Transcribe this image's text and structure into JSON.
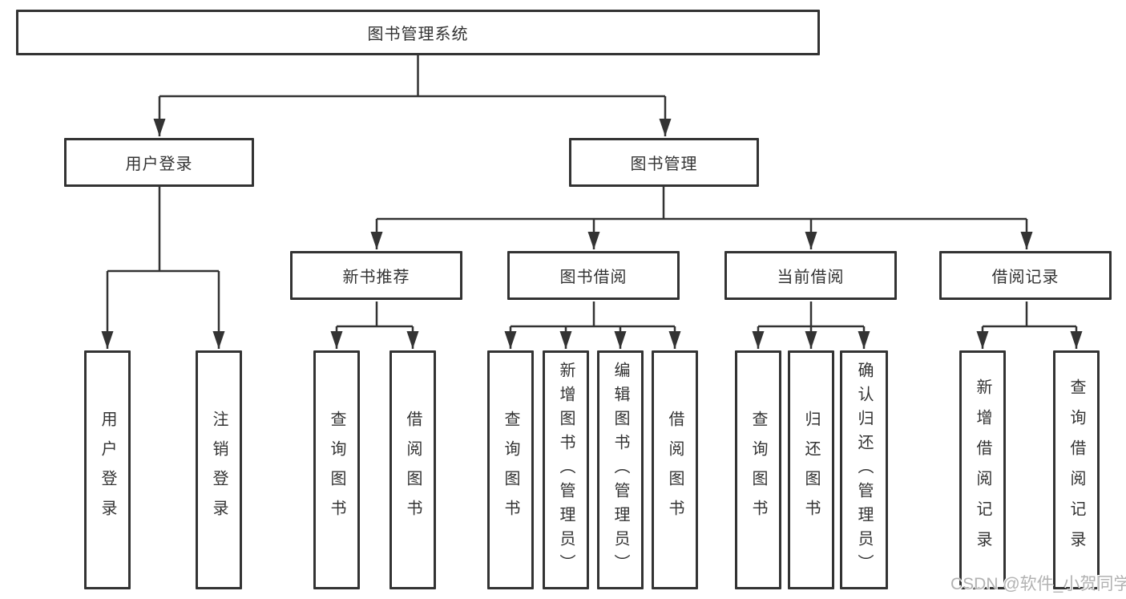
{
  "nodes": {
    "root": {
      "label": "图书管理系统"
    },
    "level2": [
      {
        "label": "用户登录"
      },
      {
        "label": "图书管理"
      }
    ],
    "level3": [
      {
        "label": "新书推荐"
      },
      {
        "label": "图书借阅"
      },
      {
        "label": "当前借阅"
      },
      {
        "label": "借阅记录"
      }
    ],
    "leaves": [
      {
        "label": "用户登录"
      },
      {
        "label": "注销登录"
      },
      {
        "label": "查询图书"
      },
      {
        "label": "借阅图书"
      },
      {
        "label": "查询图书"
      },
      {
        "label": "新增图书（管理员）"
      },
      {
        "label": "编辑图书（管理员）"
      },
      {
        "label": "借阅图书"
      },
      {
        "label": "查询图书"
      },
      {
        "label": "归还图书"
      },
      {
        "label": "确认归还（管理员）"
      },
      {
        "label": "新增借阅记录"
      },
      {
        "label": "查询借阅记录"
      }
    ]
  },
  "watermark": "CSDN @软件_小贺同学",
  "colors": {
    "line": "#333333",
    "text": "#333333",
    "watermark": "#b2b2b2",
    "background": "#ffffff"
  }
}
